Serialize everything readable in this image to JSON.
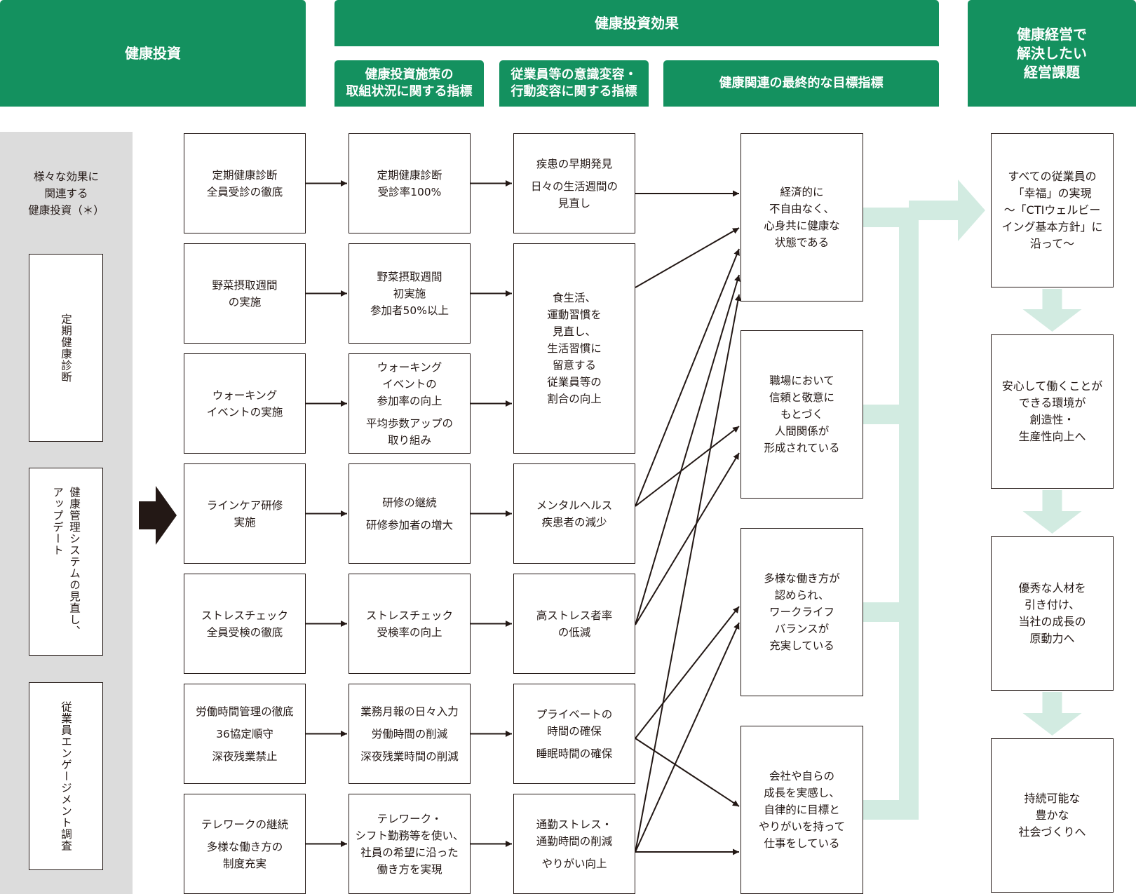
{
  "headers": {
    "investment": "健康投資",
    "effect": "健康投資効果",
    "initiatives": "健康投資施策の\n取組状況に関する指標",
    "awareness": "従業員等の意識変容・\n行動変容に関する指標",
    "final": "健康関連の最終的な目標指標",
    "management": "健康経営で\n解決したい\n経営課題"
  },
  "sidebar": {
    "title": [
      "様々な効果に",
      "関連する",
      "健康投資（＊）"
    ],
    "items": [
      "定期健康診断",
      "健康管理システムの見直し、\nアップデート",
      "従業員エンゲージメント調査"
    ]
  },
  "rows": [
    {
      "investment": [
        [
          "定期健康診断",
          "全員受診の徹底"
        ]
      ],
      "initiative": [
        [
          "定期健康診断",
          "受診率100%"
        ]
      ]
    },
    {
      "investment": [
        [
          "野菜摂取週間",
          "の実施"
        ]
      ],
      "initiative": [
        [
          "野菜摂取週間",
          "初実施",
          "参加者50%以上"
        ]
      ]
    },
    {
      "investment": [
        [
          "ウォーキング",
          "イベントの実施"
        ]
      ],
      "initiative": [
        [
          "ウォーキング",
          "イベントの",
          "参加率の向上"
        ],
        [
          "平均歩数アップの",
          "取り組み"
        ]
      ]
    },
    {
      "investment": [
        [
          "ラインケア研修",
          "実施"
        ]
      ],
      "initiative": [
        [
          "研修の継続"
        ],
        [
          "研修参加者の増大"
        ]
      ]
    },
    {
      "investment": [
        [
          "ストレスチェック",
          "全員受検の徹底"
        ]
      ],
      "initiative": [
        [
          "ストレスチェック",
          "受検率の向上"
        ]
      ]
    },
    {
      "investment": [
        [
          "労働時間管理の徹底"
        ],
        [
          "36協定順守"
        ],
        [
          "深夜残業禁止"
        ]
      ],
      "initiative": [
        [
          "業務月報の日々入力"
        ],
        [
          "労働時間の削減"
        ],
        [
          "深夜残業時間の削減"
        ]
      ]
    },
    {
      "investment": [
        [
          "テレワークの継続"
        ],
        [
          "多様な働き方の",
          "制度充実"
        ]
      ],
      "initiative": [
        [
          "テレワーク・",
          "シフト勤務等を使い、",
          "社員の希望に沿った",
          "働き方を実現"
        ]
      ]
    }
  ],
  "awareness": [
    [
      [
        "疾患の早期発見"
      ],
      [
        "日々の生活週間の",
        "見直し"
      ]
    ],
    [
      [
        "食生活、",
        "運動習慣を",
        "見直し、",
        "生活習慣に",
        "留意する",
        "従業員等の",
        "割合の向上"
      ]
    ],
    [
      [
        "メンタルヘルス",
        "疾患者の減少"
      ]
    ],
    [
      [
        "高ストレス者率",
        "の低減"
      ]
    ],
    [
      [
        "プライベートの",
        "時間の確保"
      ],
      [
        "睡眠時間の確保"
      ]
    ],
    [
      [
        "通勤ストレス・",
        "通勤時間の削減"
      ],
      [
        "やりがい向上"
      ]
    ]
  ],
  "goals": [
    [
      [
        "経済的に",
        "不自由なく、",
        "心身共に健康な",
        "状態である"
      ]
    ],
    [
      [
        "職場において",
        "信頼と敬意に",
        "もとづく",
        "人間関係が",
        "形成されている"
      ]
    ],
    [
      [
        "多様な働き方が",
        "認められ、",
        "ワークライフ",
        "バランスが",
        "充実している"
      ]
    ],
    [
      [
        "会社や自らの",
        "成長を実感し、",
        "自律的に目標と",
        "やりがいを持って",
        "仕事をしている"
      ]
    ]
  ],
  "outcomes": [
    [
      [
        "すべての従業員の",
        "「幸福」の実現",
        "〜「CTIウェルビー",
        "イング基本方針」に",
        "沿って〜"
      ]
    ],
    [
      [
        "安心して働くことが",
        "できる環境が",
        "創造性・",
        "生産性向上へ"
      ]
    ],
    [
      [
        "優秀な人材を",
        "引き付け、",
        "当社の成長の",
        "原動力へ"
      ]
    ],
    [
      [
        "持続可能な",
        "豊かな",
        "社会づくりへ"
      ]
    ]
  ],
  "colors": {
    "header_green": "#14915f",
    "flow_light_green": "#d2ebe1",
    "sidebar_gray": "#dcdcdc",
    "line_black": "#231815"
  }
}
